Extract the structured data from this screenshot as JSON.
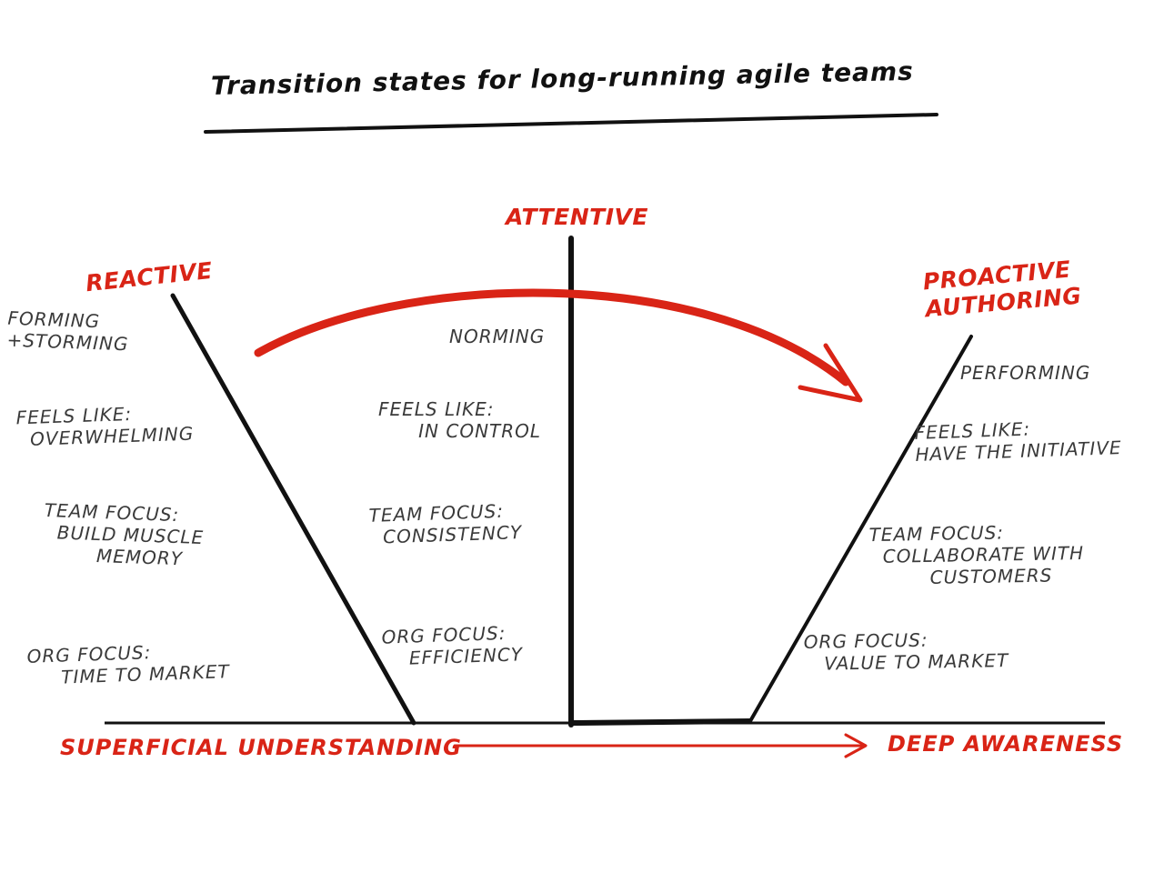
{
  "title": "Transition states for long-running agile teams",
  "states": {
    "reactive": "Reactive",
    "attentive": "Attentive",
    "proactive": "Proactive\nAuthoring"
  },
  "reactive": {
    "stage": "Forming\n+Storming",
    "feels": "Feels like:\n  overwhelming",
    "team": "Team focus:\n  build muscle\n        memory",
    "org": "Org focus:\n     time to market"
  },
  "attentive": {
    "stage": "Norming",
    "feels": "Feels like:\n      in control",
    "team": "Team focus:\n  consistency",
    "org": "Org focus:\n    efficiency"
  },
  "proactive": {
    "stage": "Performing",
    "feels": "Feels like:\nhave the initiative",
    "team": "Team focus:\n  collaborate with\n         customers",
    "org": "Org focus:\n   value to market"
  },
  "axis": {
    "left": "Superficial understanding",
    "right": "Deep awareness"
  },
  "colors": {
    "accent": "#d92416",
    "ink": "#111111",
    "text": "#3a3a3a"
  }
}
